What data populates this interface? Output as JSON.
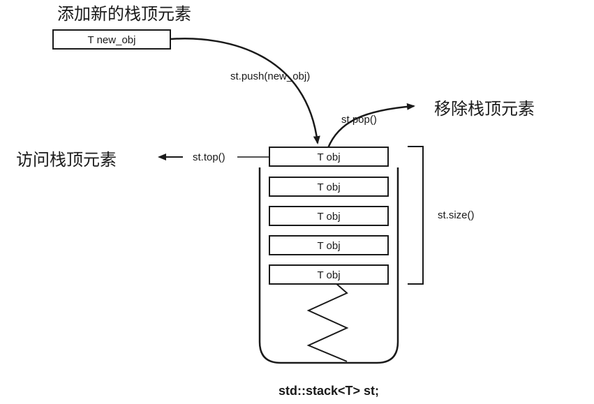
{
  "labels": {
    "add_top": "添加新的栈顶元素",
    "remove_top": "移除栈顶元素",
    "access_top": "访问栈顶元素"
  },
  "new_element": {
    "label": "T new_obj"
  },
  "operations": {
    "push": "st.push(new_obj)",
    "pop": "st.pop()",
    "top": "st.top()",
    "size": "st.size()"
  },
  "stack": {
    "items": [
      "T obj",
      "T obj",
      "T obj",
      "T obj",
      "T obj"
    ]
  },
  "caption": "std::stack<T> st;"
}
